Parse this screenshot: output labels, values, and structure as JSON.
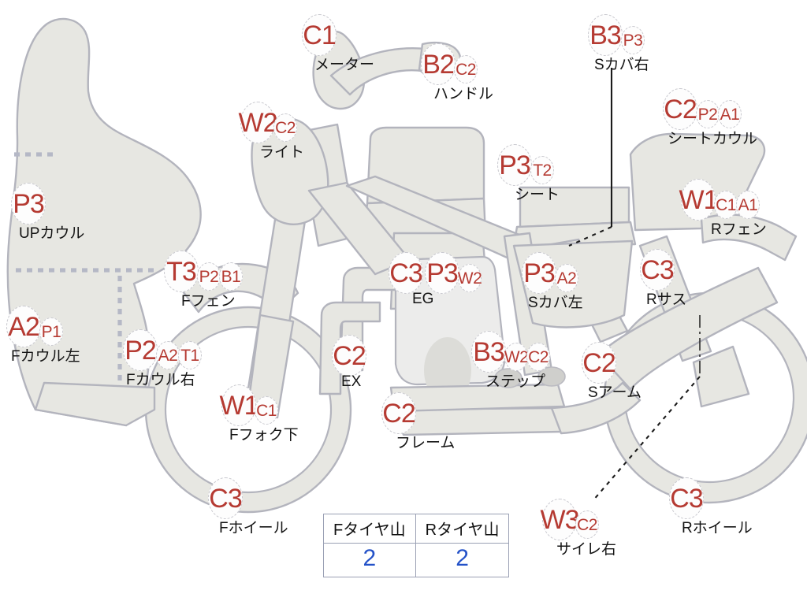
{
  "diagram": {
    "title": "Motorcycle inspection condition diagram",
    "colors": {
      "body_fill": "#e7e7e2",
      "body_stroke": "#b3b4bd",
      "badge_text": "#b53a32",
      "caption_text": "#141414",
      "table_value": "#2452c8",
      "table_border": "#9aa0b4"
    }
  },
  "markers": [
    {
      "id": "meter",
      "caption": "メーター",
      "grades": [
        "C1"
      ]
    },
    {
      "id": "handle",
      "caption": "ハンドル",
      "grades": [
        "B2",
        "C2"
      ]
    },
    {
      "id": "light",
      "caption": "ライト",
      "grades": [
        "W2",
        "C2"
      ]
    },
    {
      "id": "s-cover-r",
      "caption": "Sカバ右",
      "grades": [
        "B3",
        "P3"
      ]
    },
    {
      "id": "seat-cowl",
      "caption": "シートカウル",
      "grades": [
        "C2",
        "P2",
        "A1"
      ]
    },
    {
      "id": "seat",
      "caption": "シート",
      "grades": [
        "P3",
        "T2"
      ]
    },
    {
      "id": "r-fender",
      "caption": "Rフェン",
      "grades": [
        "W1",
        "C1",
        "A1"
      ]
    },
    {
      "id": "up-cowl",
      "caption": "UPカウル",
      "grades": [
        "P3"
      ]
    },
    {
      "id": "f-fender",
      "caption": "Fフェン",
      "grades": [
        "T3",
        "P2",
        "B1"
      ]
    },
    {
      "id": "engine",
      "caption": "EG",
      "grades": [
        "C3",
        "P3",
        "W2"
      ]
    },
    {
      "id": "s-cover-l",
      "caption": "Sカバ左",
      "grades": [
        "P3",
        "A2"
      ]
    },
    {
      "id": "r-susp",
      "caption": "Rサス",
      "grades": [
        "C3"
      ]
    },
    {
      "id": "f-cowl-l",
      "caption": "Fカウル左",
      "grades": [
        "A2",
        "P1"
      ]
    },
    {
      "id": "f-cowl-r",
      "caption": "Fカウル右",
      "grades": [
        "P2",
        "A2",
        "T1"
      ]
    },
    {
      "id": "exhaust",
      "caption": "EX",
      "grades": [
        "C2"
      ]
    },
    {
      "id": "step",
      "caption": "ステップ",
      "grades": [
        "B3",
        "W2",
        "C2"
      ]
    },
    {
      "id": "swing-arm",
      "caption": "Sアーム",
      "grades": [
        "C2"
      ]
    },
    {
      "id": "f-fork-low",
      "caption": "Fフォク下",
      "grades": [
        "W1",
        "C1"
      ]
    },
    {
      "id": "frame",
      "caption": "フレーム",
      "grades": [
        "C2"
      ]
    },
    {
      "id": "f-wheel",
      "caption": "Fホイール",
      "grades": [
        "C3"
      ]
    },
    {
      "id": "silencer-r",
      "caption": "サイレ右",
      "grades": [
        "W3",
        "C2"
      ]
    },
    {
      "id": "r-wheel",
      "caption": "Rホイール",
      "grades": [
        "C3"
      ]
    }
  ],
  "tire_table": {
    "headers": [
      "Fタイヤ山",
      "Rタイヤ山"
    ],
    "values": [
      "2",
      "2"
    ]
  }
}
